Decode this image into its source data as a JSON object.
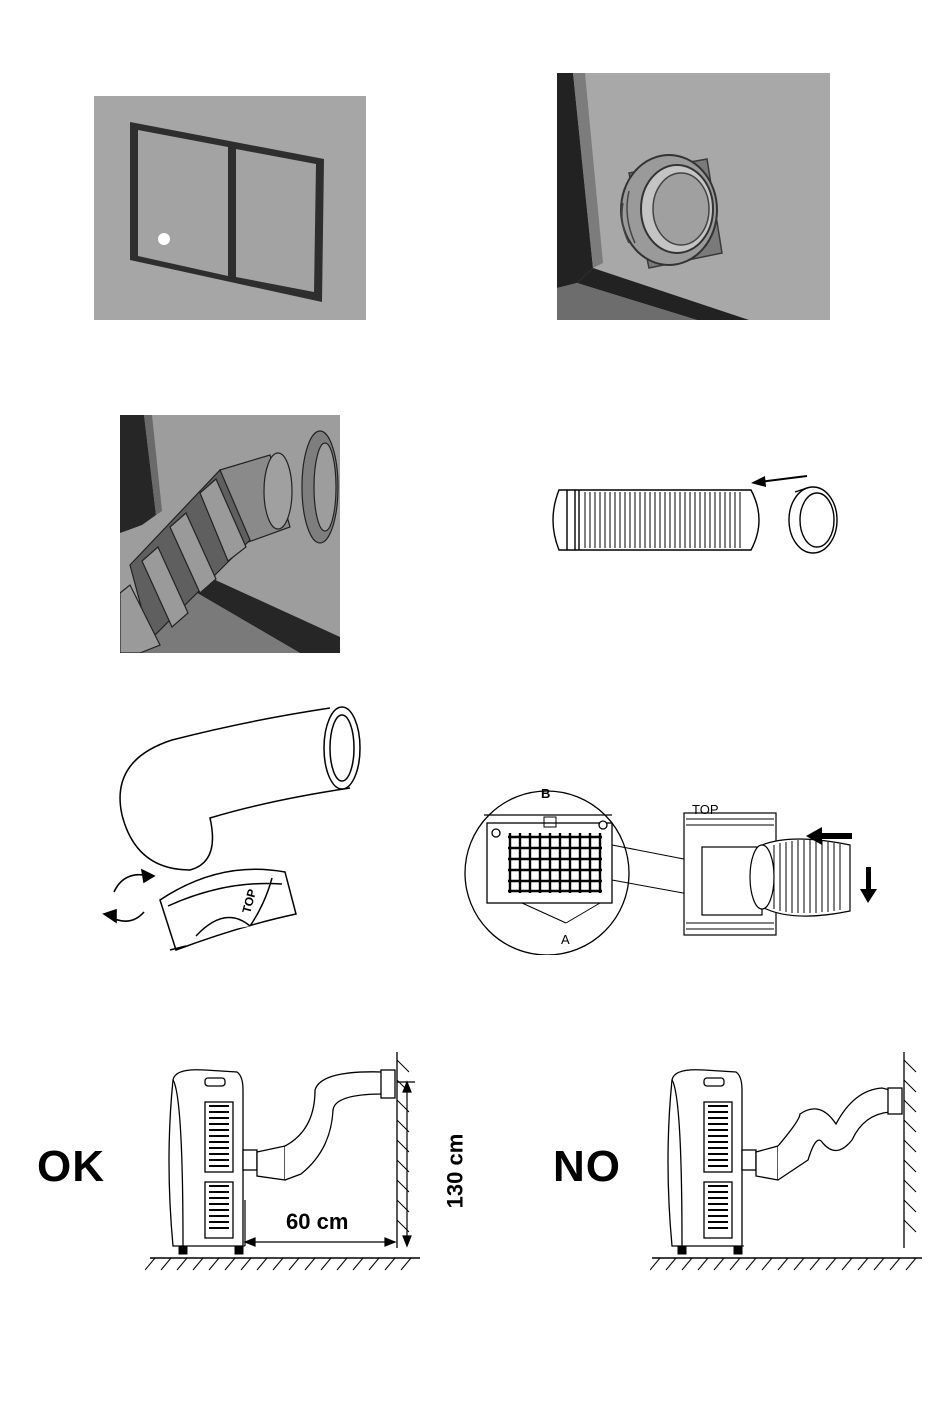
{
  "labels": {
    "ok": "OK",
    "no": "NO",
    "width_dimension": "60 cm",
    "height_dimension": "130 cm",
    "top_marker": "TOP",
    "callout_a": "A",
    "callout_b": "B",
    "adapter_marking": "TOP"
  },
  "colors": {
    "render_grey": "#a9a9a9",
    "frame_dark": "#2b2b2b",
    "line": "#000000"
  },
  "icons": {
    "rotate_arrows": "rotate-arrows-icon",
    "direction_arrow": "arrow-left-icon",
    "down_arrow": "arrow-down-icon"
  }
}
